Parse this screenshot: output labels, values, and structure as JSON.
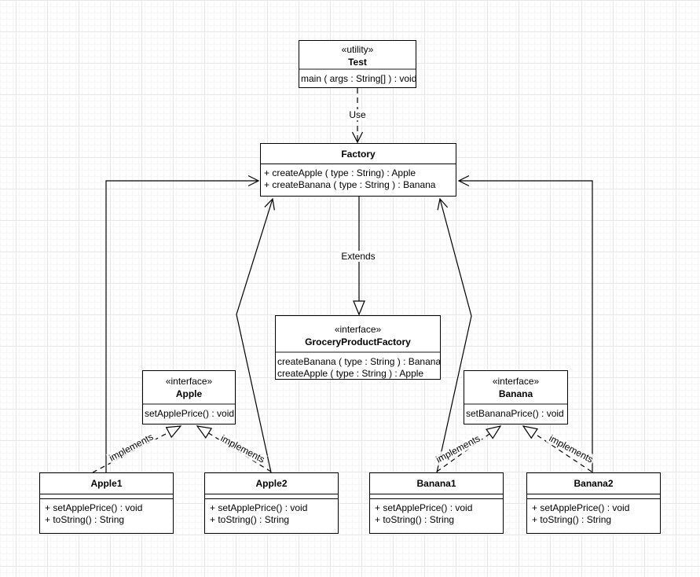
{
  "diagram_type": "uml-class-diagram",
  "colors": {
    "stroke": "#000000",
    "box_fill": "#ffffff",
    "separator_gray": "#8a8a8a",
    "grid_minor": "#f6f6f6",
    "grid_major": "#e7e7e7"
  },
  "classes": [
    {
      "key": "test",
      "stereotype": "«utility»",
      "name": "Test",
      "methods": [
        "main ( args : String[] ) : void"
      ]
    },
    {
      "key": "factory",
      "name": "Factory",
      "methods": [
        "+ createApple ( type : String) : Apple",
        "+ createBanana ( type : String ) : Banana"
      ]
    },
    {
      "key": "grocery-product-factory",
      "stereotype": "«interface»",
      "name": "GroceryProductFactory",
      "methods": [
        "createBanana ( type : String ) : Banana",
        "createApple ( type : String ) : Apple"
      ]
    },
    {
      "key": "apple-interface",
      "stereotype": "«interface»",
      "name": "Apple",
      "methods": [
        "setApplePrice() : void"
      ]
    },
    {
      "key": "banana-interface",
      "stereotype": "«interface»",
      "name": "Banana",
      "methods": [
        "setBananaPrice() : void"
      ]
    },
    {
      "key": "apple1",
      "name": "Apple1",
      "methods": [
        "+ setApplePrice() : void",
        "+ toString() : String"
      ]
    },
    {
      "key": "apple2",
      "name": "Apple2",
      "methods": [
        "+ setApplePrice() : void",
        "+ toString() : String"
      ]
    },
    {
      "key": "banana1",
      "name": "Banana1",
      "methods": [
        "+ setApplePrice() : void",
        "+ toString() : String"
      ]
    },
    {
      "key": "banana2",
      "name": "Banana2",
      "methods": [
        "+ setApplePrice() : void",
        "+ toString() : String"
      ]
    }
  ],
  "edge_labels": {
    "use": "Use",
    "extends": "Extends",
    "implements": "implements"
  }
}
